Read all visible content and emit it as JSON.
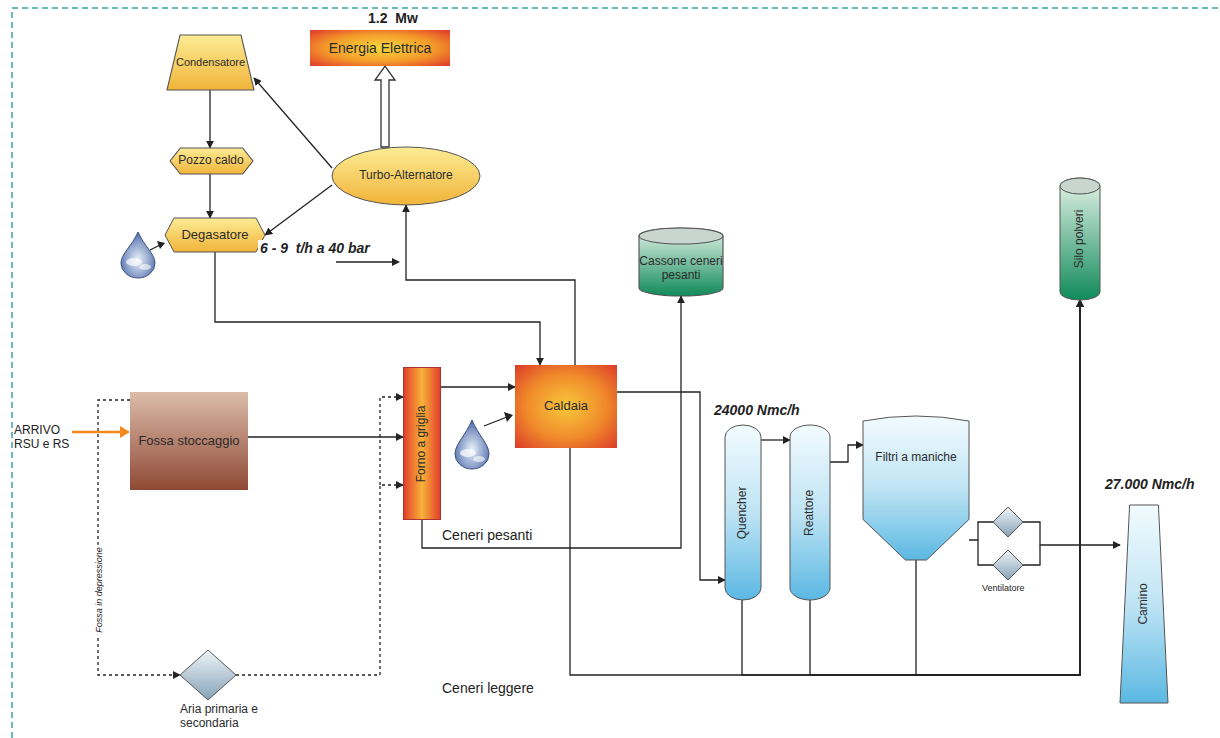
{
  "diagram": {
    "nodes": [
      {
        "text": [
          "Energia Elettrica"
        ]
      },
      {
        "text": [
          "Condensatore"
        ]
      },
      {
        "text": [
          "Turbo-Alternatore"
        ]
      },
      {
        "text": [
          "Pozzo caldo"
        ]
      },
      {
        "text": [
          "Degasatore"
        ]
      },
      {
        "text": [
          "Fossa stoccaggio"
        ]
      },
      {
        "text": [
          "Forno a griglia"
        ]
      },
      {
        "text": [
          "Caldaia"
        ]
      },
      {
        "text": [
          "Cassone ceneri pesanti"
        ]
      },
      {
        "text": [
          "Silo polveri"
        ]
      },
      {
        "text": [
          "Quencher"
        ]
      },
      {
        "text": [
          "Reattore"
        ]
      },
      {
        "text": [
          "Filtri a maniche"
        ]
      },
      {
        "text": [
          "Camino"
        ]
      },
      {
        "text": [
          "Aria primaria e secondaria"
        ]
      }
    ],
    "edges": [
      {
        "from": 2,
        "to": 0,
        "arrow": "to"
      },
      {
        "from": 2,
        "to": 1,
        "arrow": "to"
      },
      {
        "from": 1,
        "to": 3,
        "arrow": "to"
      },
      {
        "from": 3,
        "to": 4,
        "arrow": "to"
      },
      {
        "from": 2,
        "to": 4,
        "arrow": "to"
      },
      {
        "from": 4,
        "to": 7,
        "arrow": "to"
      },
      {
        "from": 7,
        "to": 2,
        "label": "6 - 9  t/h a 40 bar",
        "arrow": "to"
      },
      {
        "from": 5,
        "to": 6,
        "arrow": "to"
      },
      {
        "from": 6,
        "to": 7,
        "arrow": "to"
      },
      {
        "from": 6,
        "to": 8,
        "label": "Ceneri pesanti",
        "arrow": "to"
      },
      {
        "from": 7,
        "to": 10,
        "label": "24000 Nmc/h",
        "arrow": "to"
      },
      {
        "from": 7,
        "to": 9,
        "label": "Ceneri leggere",
        "arrow": "to"
      },
      {
        "from": 10,
        "to": 9,
        "arrow": "to"
      },
      {
        "from": 11,
        "to": 9,
        "arrow": "to"
      },
      {
        "from": 12,
        "to": 9,
        "arrow": "to"
      },
      {
        "from": 10,
        "to": 11,
        "arrow": "to"
      },
      {
        "from": 11,
        "to": 12,
        "arrow": "to"
      },
      {
        "from": 12,
        "to": 13,
        "label": "27.000 Nmc/h",
        "arrow": "to"
      },
      {
        "from": 5,
        "to": 14,
        "label": "Fossa in depressione",
        "arrow": "to"
      },
      {
        "from": 14,
        "to": 6,
        "arrow": "to"
      }
    ],
    "labels": [
      "1.2  Mw",
      "ARRIVO RSU e RS",
      "Ventilatore"
    ]
  }
}
